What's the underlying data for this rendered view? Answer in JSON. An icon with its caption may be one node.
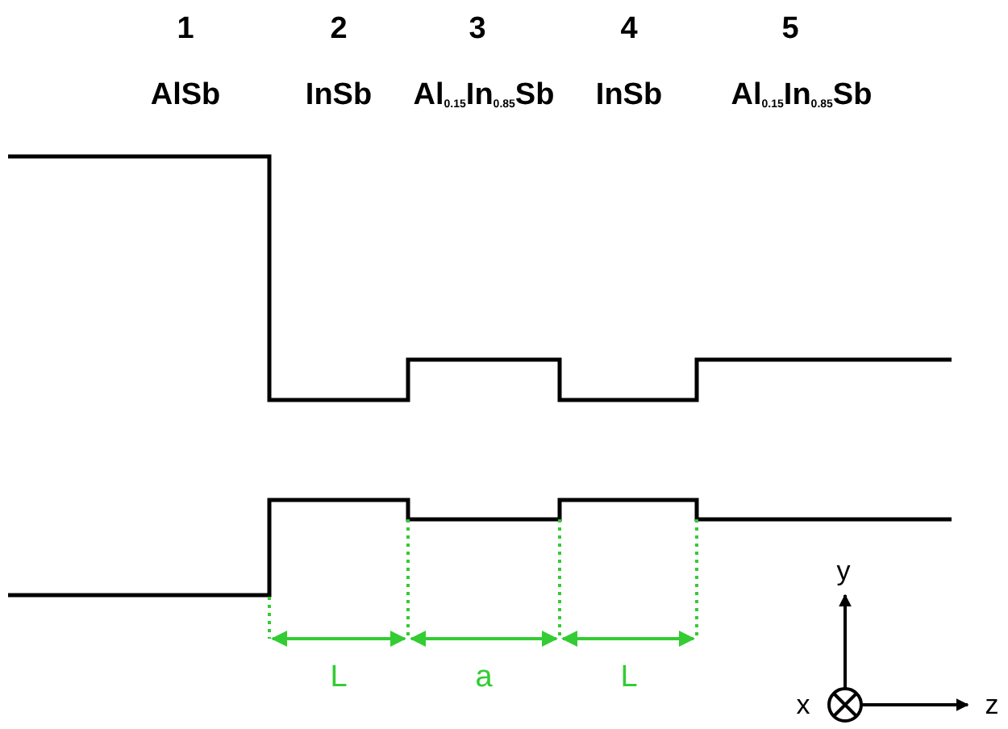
{
  "diagram": {
    "labels": [
      "1",
      "2",
      "3",
      "4",
      "5",
      "AlSb",
      "InSb",
      "Al$_{0.15}$In$_{0.85}$Sb",
      "InSb",
      "Al$_{0.15}$In$_{0.85}$Sb",
      "L",
      "a",
      "L",
      "y",
      "x",
      "z"
    ]
  }
}
